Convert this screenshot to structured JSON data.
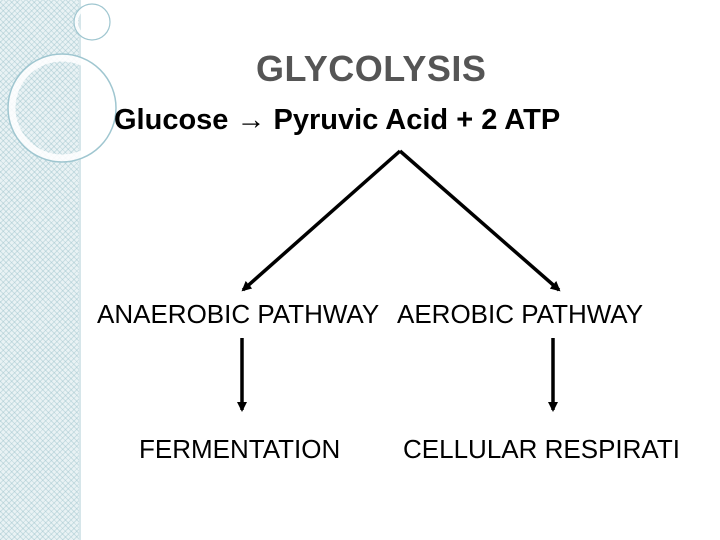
{
  "title": "GLYCOLYSIS",
  "equation": "Glucose → Pyruvic Acid + 2 ATP",
  "branches": {
    "anaerobic_label": "ANAEROBIC PATHWAY",
    "aerobic_label": "AEROBIC PATHWAY"
  },
  "outcomes": {
    "anaerobic_result": "FERMENTATION",
    "aerobic_result": "CELLULAR RESPIRATI"
  },
  "theme": {
    "accent": "#9fc6d0",
    "band": "#e9f2f4",
    "title_color": "#555555"
  }
}
